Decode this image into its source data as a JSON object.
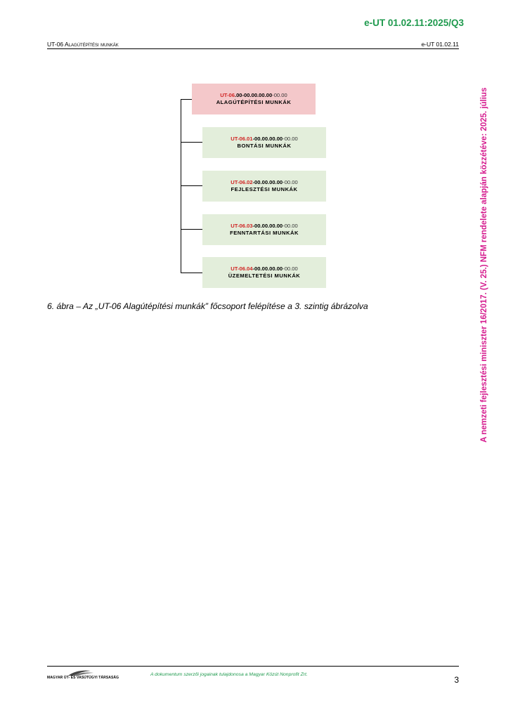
{
  "header": {
    "doc_code": "e-UT 01.02.11:2025/Q3",
    "left": "UT-06 Alagútépítési munkák",
    "right": "e-UT 01.02.11"
  },
  "side_note": "A nemzeti fejlesztési miniszter 16/2017. (V. 25.) NFM rendelete alapján közzétéve: 2025. július",
  "diagram": {
    "root": {
      "code_red": "UT-06",
      "code_bold": ".00-00.00.00.00",
      "code_plain": "-00.00",
      "name": "ALAGÚTÉPÍTÉSI MUNKÁK"
    },
    "children": [
      {
        "code_red": "UT-06.01",
        "code_bold": "-00.00.00.00",
        "code_plain": "-00.00",
        "name": "BONTÁSI MUNKÁK"
      },
      {
        "code_red": "UT-06.02",
        "code_bold": "-00.00.00.00",
        "code_plain": "-00.00",
        "name": "FEJLESZTÉSI MUNKÁK"
      },
      {
        "code_red": "UT-06.03",
        "code_bold": "-00.00.00.00",
        "code_plain": "-00.00",
        "name": "FENNTARTÁSI MUNKÁK"
      },
      {
        "code_red": "UT-06.04",
        "code_bold": "-00.00.00.00",
        "code_plain": "-00.00",
        "name": "ÜZEMELTETÉSI MUNKÁK"
      }
    ]
  },
  "caption": "6. ábra – Az „UT-06 Alagútépítési munkák” főcsoport felépítése a 3. szintig ábrázolva",
  "footer": {
    "logo_text": "MAGYAR ÚT- ÉS VASÚTÜGYI TÁRSASÁG",
    "copyright": "A dokumentum szerzői jogainak tulajdonosa a Magyar Közút Nonprofit Zrt.",
    "page_number": "3"
  },
  "colors": {
    "doc_code": "#1f9a4e",
    "side_note": "#d51b8e",
    "root_box": "#f4c8ca",
    "child_box": "#e3eedb",
    "code_red": "#d02323"
  }
}
